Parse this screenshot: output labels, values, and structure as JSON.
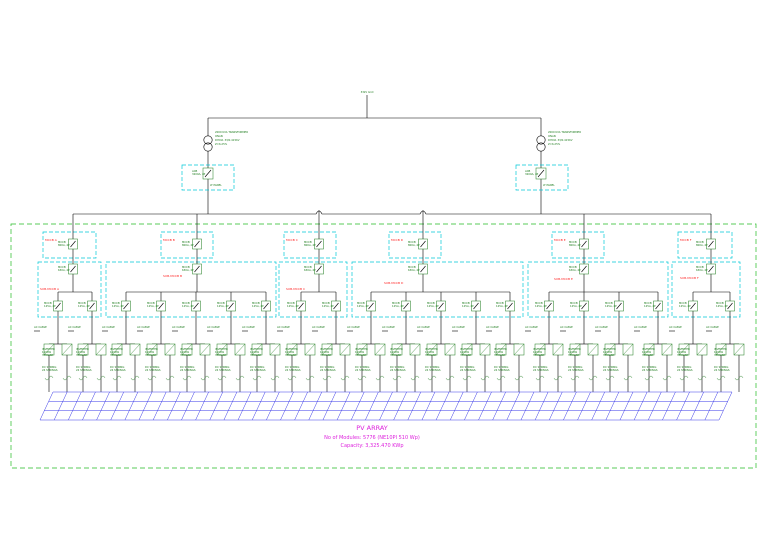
{
  "grid_label": "33kV Grid",
  "transformers": [
    {
      "lines": [
        "2000 KVA TRANSFORMER",
        "ONAN",
        "DYN11 33/0.415KV",
        "Z=6.25%"
      ]
    },
    {
      "lines": [
        "2000 KVA TRANSFORMER",
        "ONAN",
        "DYN11 33/0.415KV",
        "Z=6.25%"
      ]
    }
  ],
  "acdb_breakers": [
    {
      "lines": [
        "ACB",
        "3200A, 4P"
      ],
      "panel": "LT PANEL"
    },
    {
      "lines": [
        "ACB",
        "3200A, 4P"
      ],
      "panel": "LT PANEL"
    }
  ],
  "mccb_groups": [
    {
      "label": "MCCB A",
      "sub_label": "SUB-MCCB A"
    },
    {
      "label": "MCCB B",
      "sub_label": "SUB-MCCB B"
    },
    {
      "label": "MCCB C",
      "sub_label": "SUB-MCCB C"
    },
    {
      "label": "MCCB D",
      "sub_label": "SUB-MCCB D"
    },
    {
      "label": "MCCB E",
      "sub_label": "SUB-MCCB E"
    },
    {
      "label": "MCCB F",
      "sub_label": "SUB-MCCB F"
    }
  ],
  "small_labels": {
    "mccb_top": [
      "MCCB",
      "800A, 4P"
    ],
    "mccb_mid": [
      "MCCB",
      "630A, 4P"
    ],
    "mccb_low": [
      "MCCB",
      "125A, 4P"
    ],
    "ac_cable": "AC CABLE",
    "inverter": [
      "INVERTER",
      "110KW",
      "3 PHASE"
    ],
    "dc_string": [
      "DC STRING",
      "24 STRINGS"
    ]
  },
  "pv_array": {
    "title": "PV ARRAY",
    "modules": "No of Modules: 5776 (NE10PI 510 Wp)",
    "capacity": "Capacity: 3,325.470 KWp"
  }
}
